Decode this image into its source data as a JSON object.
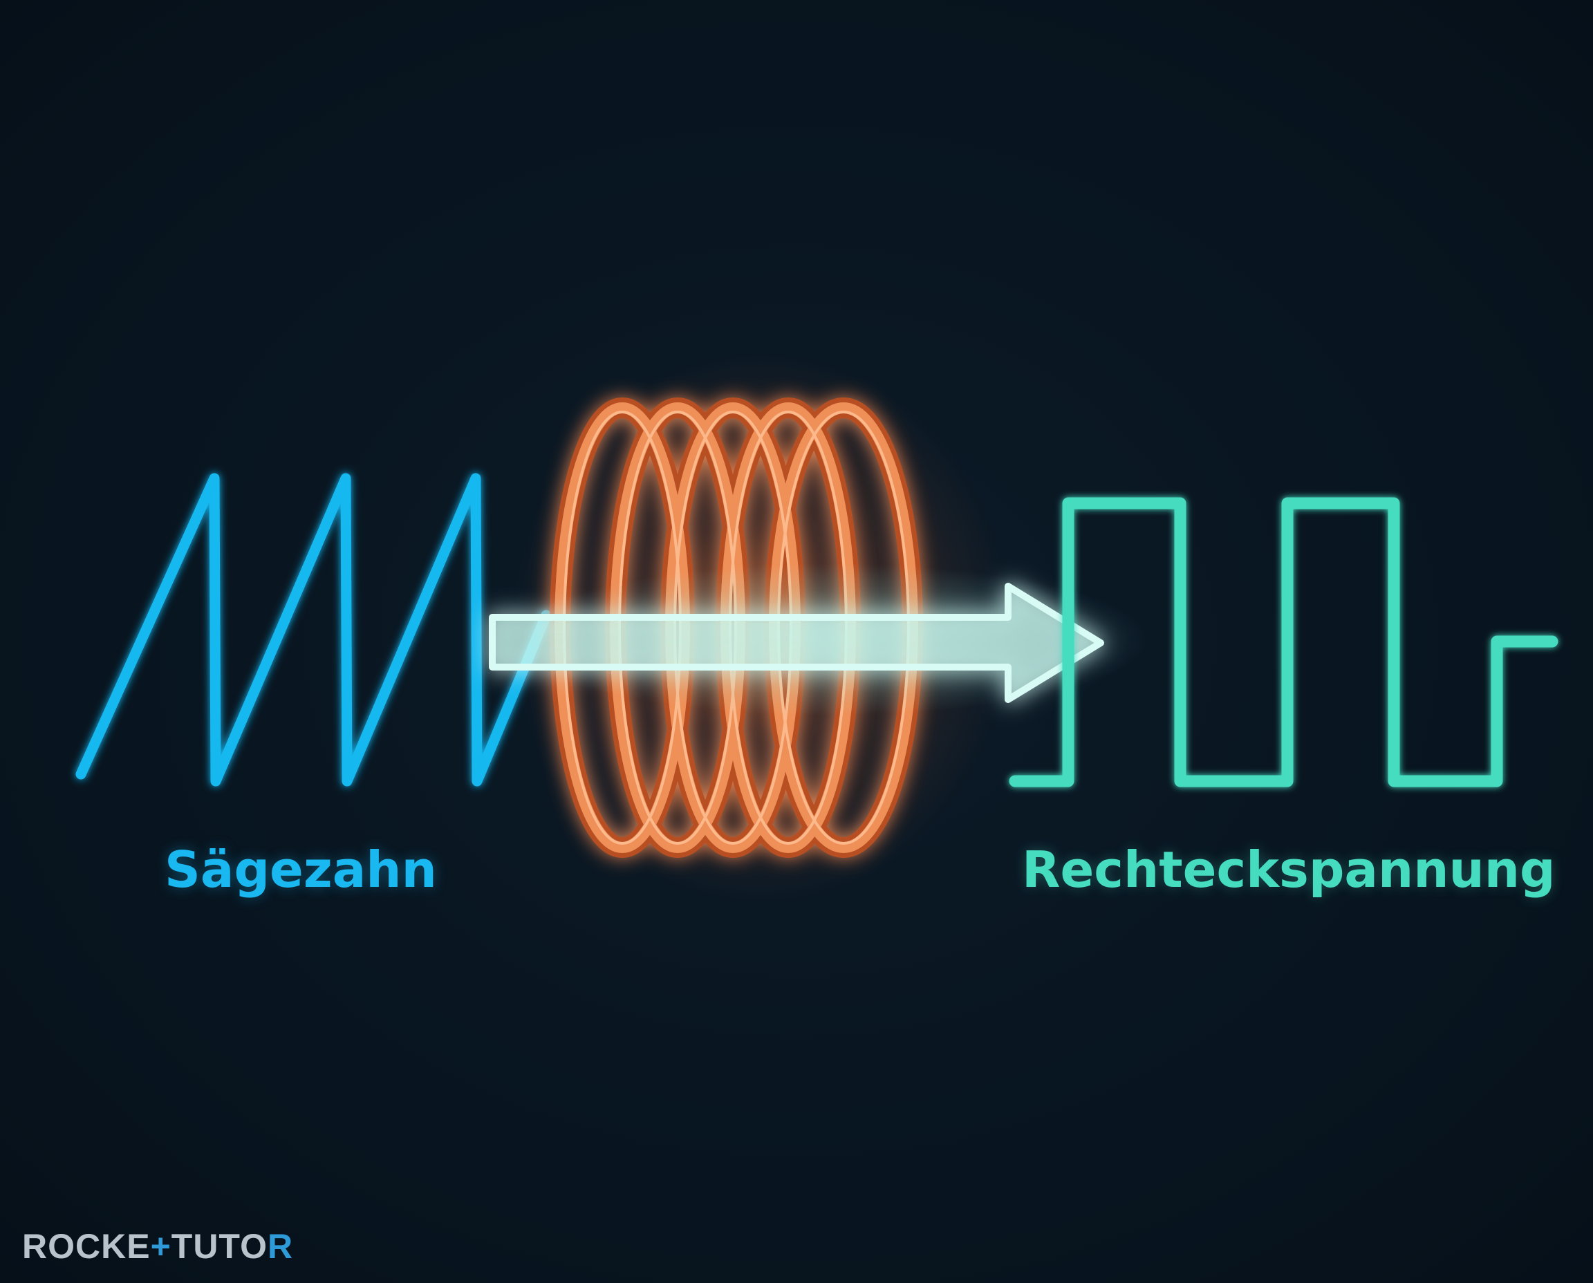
{
  "labels": {
    "input_wave": "Sägezahn",
    "output_wave": "Rechteckspannung"
  },
  "logo": {
    "part1": "ROCKE",
    "plus": "+",
    "part2": "TUTO",
    "part3": "R"
  },
  "colors": {
    "sawtooth": "#19b8f0",
    "square": "#45dcc0",
    "coil": "#e8874c",
    "arrow": "#b8f4ec",
    "background": "#081520"
  },
  "icons": {
    "coil": "coil-icon",
    "arrow": "arrow-right-icon"
  }
}
